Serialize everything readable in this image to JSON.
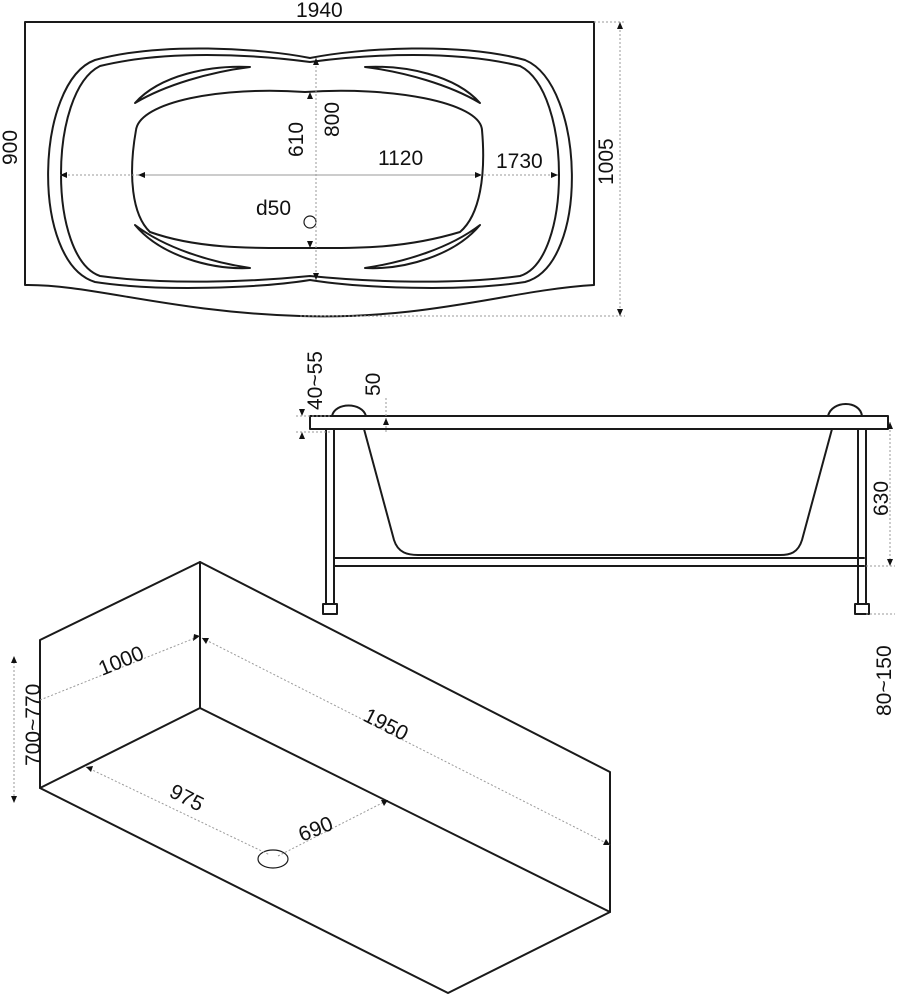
{
  "top_view": {
    "overall_length": "1940",
    "overall_width_left": "900",
    "overall_width_right": "1005",
    "inner_width_610": "610",
    "inner_width_800": "800",
    "inner_length": "1120",
    "outer_length": "1730",
    "drain": "d50"
  },
  "side_view": {
    "rim_height": "40~55",
    "rim_offset": "50",
    "depth": "630",
    "leg_height": "80~150"
  },
  "niche_view": {
    "niche_width": "1000",
    "niche_length": "1950",
    "niche_height": "700~770",
    "drain_x": "975",
    "drain_y": "690"
  },
  "colors": {
    "line": "#1a1a1a",
    "dimension": "#9a9a9a",
    "background": "#ffffff"
  }
}
